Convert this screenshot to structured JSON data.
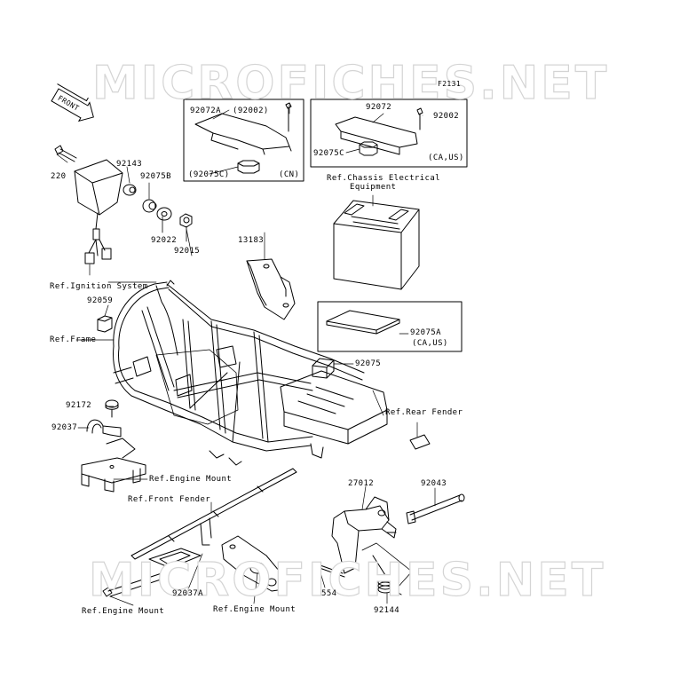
{
  "diagram": {
    "code": "F2131",
    "watermark": "MICROFICHES.NET",
    "direction_badge": "FRONT",
    "parts": {
      "p220": "220",
      "p92143": "92143",
      "p92075B": "92075B",
      "p92022": "92022",
      "p92015": "92015",
      "p92072A": "92072A",
      "p92002_a": "(92002)",
      "p92075C_a": "(92075C)",
      "cn": "(CN)",
      "p92072": "92072",
      "p92002_b": "92002",
      "p92075C_b": "92075C",
      "ca_us_a": "(CA,US)",
      "p13183": "13183",
      "p92075A": "92075A",
      "ca_us_b": "(CA,US)",
      "p92075": "92075",
      "p92059": "92059",
      "p92172": "92172",
      "p92037": "92037",
      "p92037A": "92037A",
      "p27012": "27012",
      "p92043": "92043",
      "p554": "554",
      "p92144": "92144"
    },
    "refs": {
      "ignition": "Ref.Ignition System",
      "frame": "Ref.Frame",
      "chassis_1": "Ref.Chassis Electrical",
      "chassis_2": "Equipment",
      "rear_fender": "Ref.Rear Fender",
      "engine_mount_1": "Ref.Engine Mount",
      "front_fender": "Ref.Front Fender",
      "engine_mount_2": "Ref.Engine Mount",
      "engine_mount_3": "Ref.Engine Mount"
    }
  }
}
